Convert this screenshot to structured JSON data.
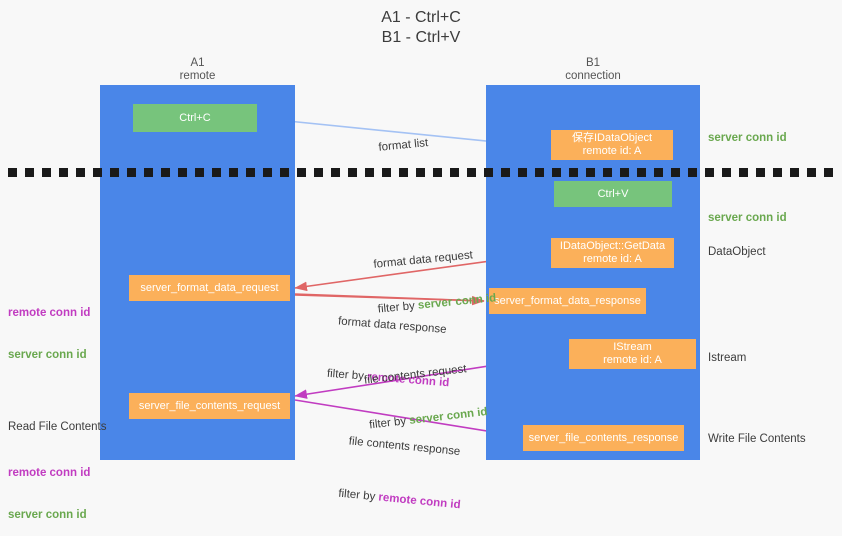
{
  "title": "A1 - Ctrl+C\nB1 - Ctrl+V",
  "columns": {
    "left": {
      "name": "A1",
      "role": "remote",
      "header": "A1\nremote"
    },
    "right": {
      "name": "B1",
      "role": "connection",
      "header": "B1\nconnection"
    }
  },
  "colors": {
    "lane": "#4a86e8",
    "green_node": "#77c47c",
    "orange_node": "#fbb05a",
    "server_conn_id": "#6aa84f",
    "remote_conn_id": "#c13cc1",
    "arrow_format_list": "#a4c2f4",
    "arrow_format_data": "#e06666",
    "arrow_file_contents": "#c13cc1",
    "arrow_internal": "#1a1a1a",
    "divider": "#1a1a1a",
    "background": "#f8f8f8"
  },
  "nodes": {
    "ctrl_c": {
      "label": "Ctrl+C",
      "style": "green"
    },
    "save_idataobject": {
      "line1": "保存IDataObject",
      "line2": "remote id: A",
      "style": "orange"
    },
    "ctrl_v": {
      "label": "Ctrl+V",
      "style": "green"
    },
    "getdata": {
      "line1": "IDataObject::GetData",
      "line2": "remote id: A",
      "style": "orange"
    },
    "istream": {
      "line1": "IStream",
      "line2": "remote id: A",
      "style": "orange"
    },
    "server_format_data_request": {
      "label": "server_format_data_request",
      "style": "orange"
    },
    "server_format_data_response": {
      "label": "server_format_data_response",
      "style": "orange"
    },
    "server_file_contents_request": {
      "label": "server_file_contents_request",
      "style": "orange"
    },
    "server_file_contents_response": {
      "label": "server_file_contents_response",
      "style": "orange"
    }
  },
  "edge_labels": {
    "format_list": "format list",
    "format_data_request": "format data request",
    "format_data_request_filter_prefix": "filter by ",
    "format_data_request_filter_key": "server conn id",
    "format_data_response": "format data response",
    "format_data_response_filter_prefix": "filter by ",
    "format_data_response_filter_key": "remote conn id",
    "file_contents_request": "file contents request",
    "file_contents_request_filter_prefix": "filter by ",
    "file_contents_request_filter_key": "server conn id",
    "file_contents_response": "file contents response",
    "file_contents_response_filter_prefix": "filter by ",
    "file_contents_response_filter_key": "remote conn id"
  },
  "side_notes_right": {
    "server_conn_id_1": "server conn id",
    "server_conn_id_2": "server conn id",
    "dataobject": "DataObject",
    "istream": "Istream",
    "write_file_contents": "Write File Contents"
  },
  "side_notes_left": {
    "group1_remote": "remote conn id",
    "group1_server": "server conn id",
    "read_file_contents": "Read File Contents",
    "group2_remote": "remote conn id",
    "group2_server": "server conn id"
  }
}
